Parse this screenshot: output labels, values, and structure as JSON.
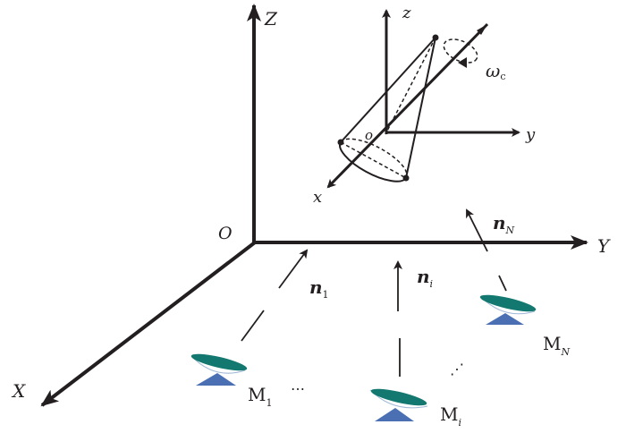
{
  "global_axes": {
    "origin": "O",
    "x": "X",
    "y": "Y",
    "z": "Z"
  },
  "local_axes": {
    "origin": "o",
    "x": "x",
    "y": "y",
    "z": "z"
  },
  "rotation": {
    "symbol": "ω",
    "subscript": "c"
  },
  "normals": [
    {
      "symbol": "n",
      "subscript": "1"
    },
    {
      "symbol": "n",
      "subscript": "i"
    },
    {
      "symbol": "n",
      "subscript": "N"
    }
  ],
  "stations": [
    {
      "symbol": "M",
      "subscript": "1"
    },
    {
      "symbol": "M",
      "subscript": "i"
    },
    {
      "symbol": "M",
      "subscript": "N"
    }
  ],
  "ellipsis": {
    "horizontal": "⋯",
    "diagonal": "⋰"
  },
  "colors": {
    "line": "#231f20",
    "dish": "#13786f",
    "base": "#4a6fb3"
  }
}
